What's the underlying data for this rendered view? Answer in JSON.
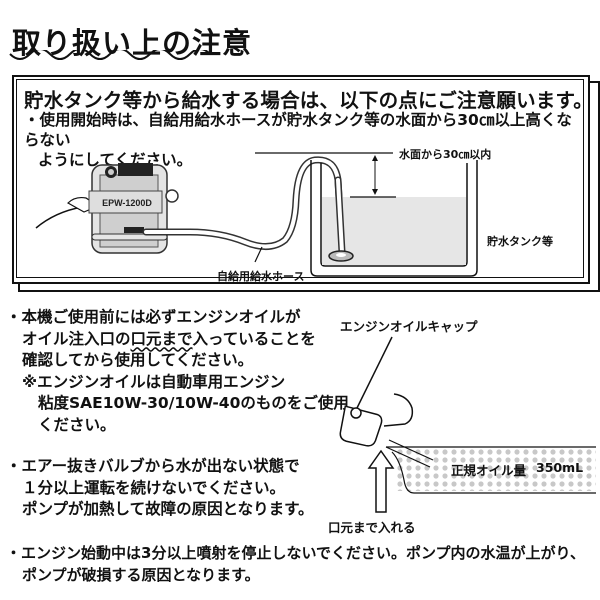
{
  "page": {
    "title": "取り扱い上の注意"
  },
  "notice_box": {
    "heading": "貯水タンク等から給水する場合は、以下の点にご注意願います。",
    "bullet_marker": "・",
    "bullet_line1": "使用開始時は、自給用給水ホースが貯水タンク等の水面から30㎝以上高くならない",
    "bullet_line2": "ようにしてください。",
    "diagram": {
      "pump_model": "EPW-1200D",
      "hose_label": "自給用給水ホース",
      "height_label": "水面から30㎝以内",
      "tank_label": "貯水タンク等"
    }
  },
  "sections": [
    {
      "marker": "・",
      "lines": [
        "本機ご使用前には必ずエンジンオイルが",
        "オイル注入口の",
        "口元まで",
        "入っていることを",
        "確認してから使用してください。",
        "※エンジンオイルは自動車用エンジン",
        "粘度SAE10W-30/10W-40のものをご使用",
        "ください。"
      ]
    },
    {
      "marker": "・",
      "lines": [
        "エアー抜きバルブから水が出ない状態で",
        "１分以上運転を続けないでください。",
        "ポンプが加熱して故障の原因となります。"
      ]
    },
    {
      "marker": "・",
      "lines": [
        "エンジン始動中は3分以上噴射を停止しないでください。ポンプ内の水温が上がり、",
        "ポンプが破損する原因となります。"
      ]
    }
  ],
  "oil_diagram": {
    "cap_label": "エンジンオイルキャップ",
    "level_label": "正規オイル量",
    "volume": "350mL",
    "fill_label": "口元まで入れる"
  },
  "colors": {
    "ink": "#111111",
    "water_fill": "#e6e6e6",
    "pump_body": "#d8d8d8",
    "oil_dots": "#c8c8c8"
  }
}
